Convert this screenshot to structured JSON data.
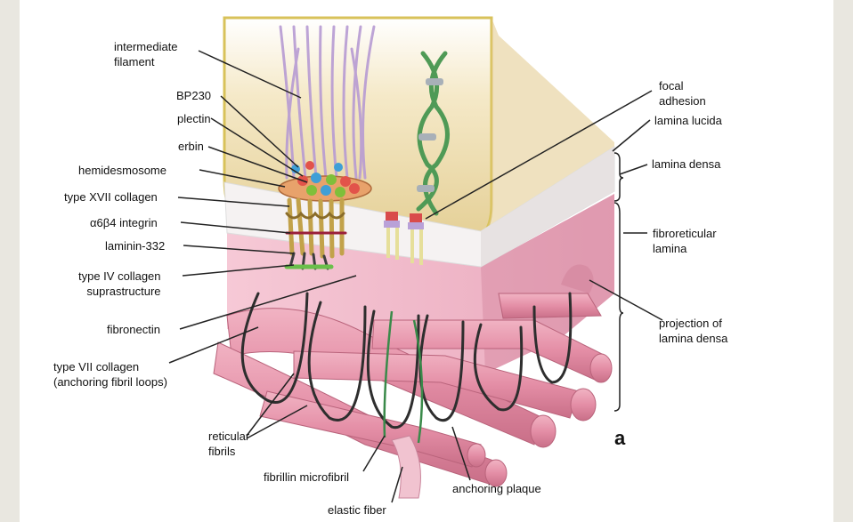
{
  "figure": {
    "panel_letter": "a",
    "labels": {
      "intermediate_filament": [
        "intermediate",
        "filament"
      ],
      "bp230": "BP230",
      "plectin": "plectin",
      "erbin": "erbin",
      "hemidesmosome": "hemidesmosome",
      "type_xvii_collagen": "type XVII collagen",
      "integrin": "α6β4 integrin",
      "laminin_332": "laminin-332",
      "type_iv_collagen": [
        "type IV collagen",
        "suprastructure"
      ],
      "fibronectin": "fibronectin",
      "type_vii_collagen": [
        "type VII collagen",
        "(anchoring fibril loops)"
      ],
      "reticular_fibrils": [
        "reticular",
        "fibrils"
      ],
      "fibrillin_microfibril": "fibrillin microfibril",
      "elastic_fiber": "elastic fiber",
      "anchoring_plaque": "anchoring plaque",
      "focal_adhesion": [
        "focal",
        "adhesion"
      ],
      "lamina_lucida": "lamina lucida",
      "lamina_densa": "lamina densa",
      "fibroreticular_lamina": [
        "fibroreticular",
        "lamina"
      ],
      "projection_lamina_densa": [
        "projection of",
        "lamina densa"
      ]
    },
    "colors": {
      "cell": "#ecd9a8",
      "cell_border": "#d9c35c",
      "lamina_lucida": "#f4f1f1",
      "lamina_densa": "#f1b9c9",
      "fibrils": "#e49aae",
      "filament": "#b79bd3",
      "anchoring_loop": "#333333",
      "microfibril": "#3a8a4a"
    }
  }
}
